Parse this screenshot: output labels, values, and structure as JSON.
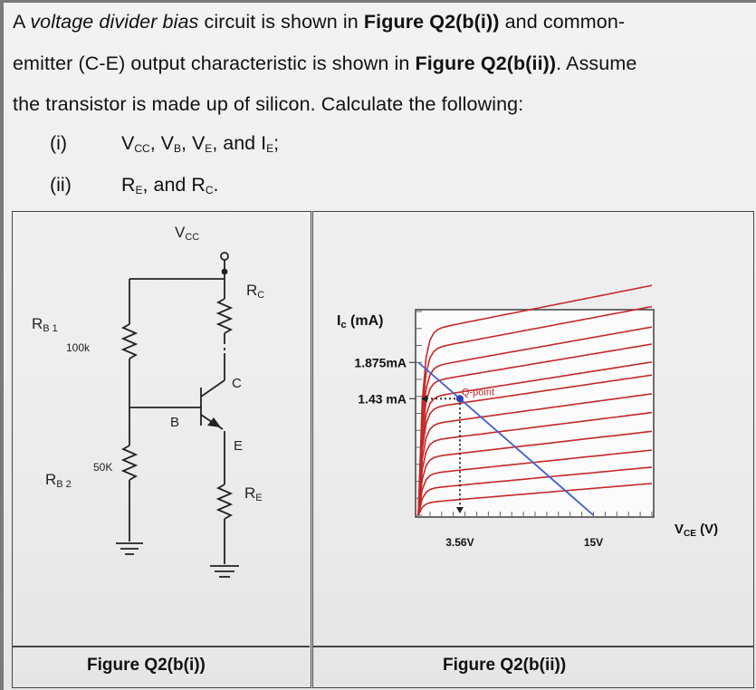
{
  "question": {
    "line1_a": "A ",
    "line1_italic": "voltage divider bias",
    "line1_b": " circuit is shown in ",
    "line1_fig": "Figure Q2(b(i))",
    "line1_c": " and common-",
    "line2_a": "emitter (C-E) output characteristic is shown in ",
    "line2_fig": "Figure Q2(b(ii))",
    "line2_c": ". Assume",
    "line3": "the transistor is made up of silicon.  Calculate the following:",
    "item1_num": "(i)",
    "item1_text": "V",
    "item1_sub1": "CC",
    "item1_t2": ", V",
    "item1_sub2": "B",
    "item1_t3": ", V",
    "item1_sub3": "E",
    "item1_t4": ", and I",
    "item1_sub4": "E",
    "item1_t5": ";",
    "item2_num": "(ii)",
    "item2_text": "R",
    "item2_sub1": "E",
    "item2_t2": ", and R",
    "item2_sub2": "C",
    "item2_t3": "."
  },
  "circuit": {
    "vcc_label": "V",
    "vcc_sub": "CC",
    "rb1_label": "R",
    "rb1_sub": "B 1",
    "rb1_value": "100k",
    "rb2_label": "R",
    "rb2_sub": "B 2",
    "rb2_value": "50K",
    "rc_label": "R",
    "rc_sub": "C",
    "re_label": "R",
    "re_sub": "E",
    "base_label": "B",
    "collector_label": "C",
    "emitter_label": "E"
  },
  "chart_data": {
    "type": "line",
    "title": "",
    "ylabel": "I",
    "ylabel_sub": "c",
    "ylabel_unit": " (mA)",
    "xlabel": "V",
    "xlabel_sub": "CE",
    "xlabel_unit": " (V)",
    "xlim": [
      0,
      20
    ],
    "ylim": [
      0,
      2.5
    ],
    "ytick_labels": [
      {
        "value": 1.875,
        "label": "1.875mA"
      },
      {
        "value": 1.43,
        "label": "1.43 mA"
      }
    ],
    "xtick_labels": [
      {
        "value": 3.56,
        "label": "3.56V"
      },
      {
        "value": 15,
        "label": "15V"
      }
    ],
    "load_line": {
      "x": [
        0,
        15
      ],
      "y": [
        1.875,
        0
      ]
    },
    "q_point": {
      "x": 3.56,
      "y": 1.43,
      "label": "Q-point"
    },
    "characteristic_curve_levels": [
      0.15,
      0.32,
      0.5,
      0.7,
      0.9,
      1.1,
      1.3,
      1.43,
      1.62,
      1.8,
      2.02,
      2.25
    ],
    "colors": {
      "curves": "#c62828",
      "load_line": "#3f5fd0",
      "q_point": "#2a3fb3",
      "q_label": "#c62828"
    }
  },
  "captions": {
    "fig_left": "Figure Q2(b(i))",
    "fig_right": "Figure Q2(b(ii))"
  }
}
